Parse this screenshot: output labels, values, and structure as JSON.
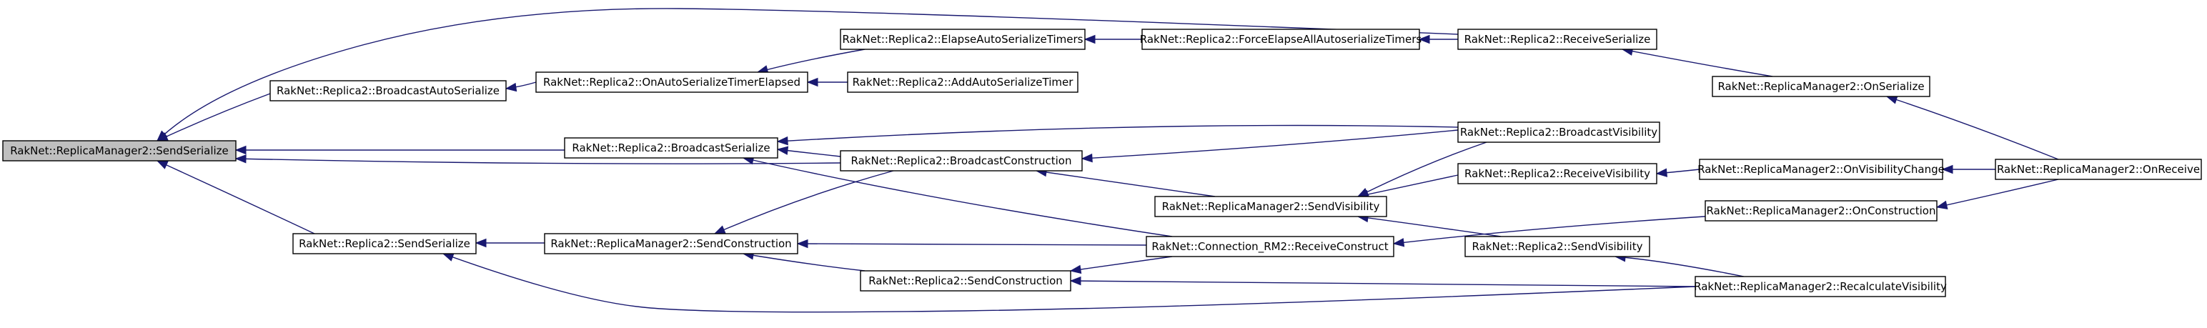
{
  "nodes": [
    {
      "id": "rm2_sendserialize",
      "label": "RakNet::ReplicaManager2::SendSerialize",
      "root": true
    },
    {
      "id": "r2_broadcastautoserialize",
      "label": "RakNet::Replica2::BroadcastAutoSerialize"
    },
    {
      "id": "r2_broadcastserialize",
      "label": "RakNet::Replica2::BroadcastSerialize"
    },
    {
      "id": "r2_sendserialize",
      "label": "RakNet::Replica2::SendSerialize"
    },
    {
      "id": "r2_onautoserializetimerelapsed",
      "label": "RakNet::Replica2::OnAutoSerializeTimerElapsed"
    },
    {
      "id": "r2_broadcastconstruction",
      "label": "RakNet::Replica2::BroadcastConstruction"
    },
    {
      "id": "rm2_sendconstruction",
      "label": "RakNet::ReplicaManager2::SendConstruction"
    },
    {
      "id": "r2_sendconstruction",
      "label": "RakNet::Replica2::SendConstruction"
    },
    {
      "id": "r2_elapseautoserializetimers",
      "label": "RakNet::Replica2::ElapseAutoSerializeTimers"
    },
    {
      "id": "r2_addautoserializetimer",
      "label": "RakNet::Replica2::AddAutoSerializeTimer"
    },
    {
      "id": "r2_forceelapseallautoserializetimers",
      "label": "RakNet::Replica2::ForceElapseAllAutoserializeTimers"
    },
    {
      "id": "rm2_sendvisibility",
      "label": "RakNet::ReplicaManager2::SendVisibility"
    },
    {
      "id": "crm2_receiveconstruct",
      "label": "RakNet::Connection_RM2::ReceiveConstruct"
    },
    {
      "id": "r2_receiveserialize",
      "label": "RakNet::Replica2::ReceiveSerialize"
    },
    {
      "id": "r2_broadcastvisibility",
      "label": "RakNet::Replica2::BroadcastVisibility"
    },
    {
      "id": "r2_receivevisibility",
      "label": "RakNet::Replica2::ReceiveVisibility"
    },
    {
      "id": "r2_sendvisibility",
      "label": "RakNet::Replica2::SendVisibility"
    },
    {
      "id": "rm2_onserialize",
      "label": "RakNet::ReplicaManager2::OnSerialize"
    },
    {
      "id": "rm2_onvisibilitychange",
      "label": "RakNet::ReplicaManager2::OnVisibilityChange"
    },
    {
      "id": "rm2_onconstruction",
      "label": "RakNet::ReplicaManager2::OnConstruction"
    },
    {
      "id": "rm2_recalculatevisibility",
      "label": "RakNet::ReplicaManager2::RecalculateVisibility"
    },
    {
      "id": "rm2_onreceive",
      "label": "RakNet::ReplicaManager2::OnReceive"
    }
  ],
  "edges": [
    {
      "from": "r2_broadcastautoserialize",
      "to": "rm2_sendserialize"
    },
    {
      "from": "r2_broadcastserialize",
      "to": "rm2_sendserialize"
    },
    {
      "from": "r2_broadcastconstruction",
      "to": "rm2_sendserialize"
    },
    {
      "from": "r2_sendserialize",
      "to": "rm2_sendserialize"
    },
    {
      "from": "r2_receiveserialize",
      "to": "rm2_sendserialize"
    },
    {
      "from": "r2_onautoserializetimerelapsed",
      "to": "r2_broadcastautoserialize"
    },
    {
      "from": "r2_elapseautoserializetimers",
      "to": "r2_onautoserializetimerelapsed"
    },
    {
      "from": "r2_addautoserializetimer",
      "to": "r2_onautoserializetimerelapsed"
    },
    {
      "from": "r2_forceelapseallautoserializetimers",
      "to": "r2_elapseautoserializetimers"
    },
    {
      "from": "r2_receiveserialize",
      "to": "r2_forceelapseallautoserializetimers"
    },
    {
      "from": "rm2_onserialize",
      "to": "r2_receiveserialize"
    },
    {
      "from": "rm2_onreceive",
      "to": "rm2_onserialize"
    },
    {
      "from": "r2_broadcastconstruction",
      "to": "r2_broadcastserialize"
    },
    {
      "from": "r2_broadcastvisibility",
      "to": "r2_broadcastserialize"
    },
    {
      "from": "crm2_receiveconstruct",
      "to": "r2_broadcastserialize"
    },
    {
      "from": "r2_broadcastvisibility",
      "to": "r2_broadcastconstruction"
    },
    {
      "from": "rm2_sendvisibility",
      "to": "r2_broadcastconstruction"
    },
    {
      "from": "r2_receivevisibility",
      "to": "rm2_sendvisibility"
    },
    {
      "from": "r2_broadcastvisibility",
      "to": "rm2_sendvisibility"
    },
    {
      "from": "r2_sendvisibility",
      "to": "rm2_sendvisibility"
    },
    {
      "from": "rm2_onvisibilitychange",
      "to": "r2_receivevisibility"
    },
    {
      "from": "rm2_onreceive",
      "to": "rm2_onvisibilitychange"
    },
    {
      "from": "rm2_onconstruction",
      "to": "crm2_receiveconstruct"
    },
    {
      "from": "rm2_onreceive",
      "to": "rm2_onconstruction"
    },
    {
      "from": "rm2_sendconstruction",
      "to": "r2_sendserialize"
    },
    {
      "from": "rm2_recalculatevisibility",
      "to": "r2_sendserialize"
    },
    {
      "from": "crm2_receiveconstruct",
      "to": "rm2_sendconstruction"
    },
    {
      "from": "r2_broadcastconstruction",
      "to": "rm2_sendconstruction"
    },
    {
      "from": "r2_sendconstruction",
      "to": "rm2_sendconstruction"
    },
    {
      "from": "crm2_receiveconstruct",
      "to": "r2_sendconstruction"
    },
    {
      "from": "rm2_recalculatevisibility",
      "to": "r2_sendconstruction"
    },
    {
      "from": "rm2_recalculatevisibility",
      "to": "r2_sendvisibility"
    }
  ]
}
